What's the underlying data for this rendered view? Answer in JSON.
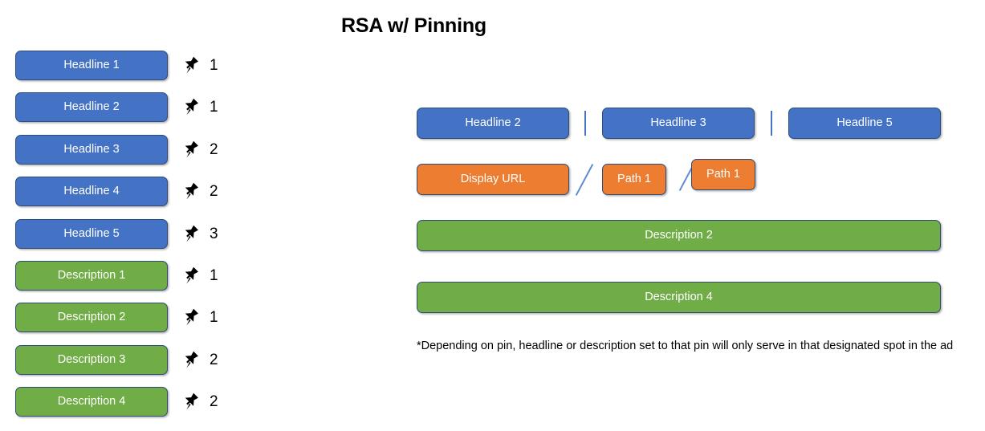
{
  "title": "RSA w/ Pinning",
  "colors": {
    "blue": "#4472C4",
    "green": "#70AD47",
    "orange": "#ED7D31",
    "border": "#2E4B7C",
    "divider": "#4472C4",
    "text_on_chip": "#FFFFFF",
    "text": "#000000",
    "background": "#FFFFFF"
  },
  "legend": {
    "pin_icon": "pushpin-icon",
    "rows": [
      {
        "label": "Headline 1",
        "type": "headline",
        "pin": "1"
      },
      {
        "label": "Headline 2",
        "type": "headline",
        "pin": "1"
      },
      {
        "label": "Headline 3",
        "type": "headline",
        "pin": "2"
      },
      {
        "label": "Headline 4",
        "type": "headline",
        "pin": "2"
      },
      {
        "label": "Headline 5",
        "type": "headline",
        "pin": "3"
      },
      {
        "label": "Description 1",
        "type": "description",
        "pin": "1"
      },
      {
        "label": "Description 2",
        "type": "description",
        "pin": "1"
      },
      {
        "label": "Description 3",
        "type": "description",
        "pin": "2"
      },
      {
        "label": "Description 4",
        "type": "description",
        "pin": "2"
      }
    ]
  },
  "preview": {
    "headlines": [
      {
        "label": "Headline 2"
      },
      {
        "label": "Headline 3"
      },
      {
        "label": "Headline 5"
      }
    ],
    "headline_separator": "|",
    "url_row": [
      {
        "label": "Display URL",
        "kind": "display-url"
      },
      {
        "label": "Path 1",
        "kind": "path"
      },
      {
        "label": "Path 1",
        "kind": "path"
      }
    ],
    "path_separator": "/",
    "descriptions": [
      {
        "label": "Description 2"
      },
      {
        "label": "Description 4"
      }
    ]
  },
  "footnote": "*Depending on pin, headline or description set to that pin will only serve in that designated spot in the ad"
}
